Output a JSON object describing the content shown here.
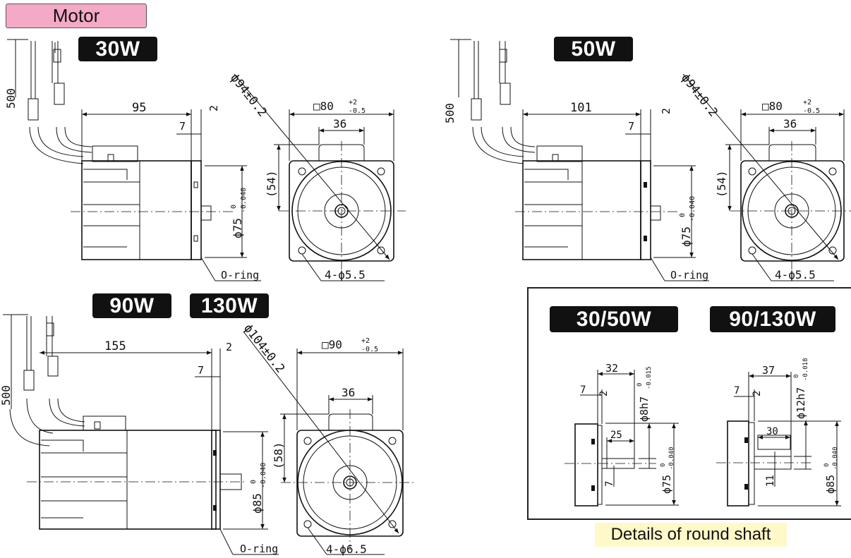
{
  "header": {
    "motor_label": "Motor"
  },
  "tags": {
    "w30": "30W",
    "w50": "50W",
    "w90": "90W",
    "w130": "130W",
    "w30_50": "30/50W",
    "w90_130": "90/130W"
  },
  "caption": {
    "round_shaft": "Details of round shaft"
  },
  "colors": {
    "motor_tag_bg": "#f4a9c6",
    "caption_bg": "#fff8c8",
    "tag_bg": "#111111"
  },
  "dims_30w": {
    "lead": "500",
    "length": "95",
    "flange": "2",
    "pilot": "7",
    "diag": "ϕ94±0.2",
    "square": "□80",
    "square_tol_top": "+2",
    "square_tol_bot": "-0.5",
    "key": "36",
    "height": "(54)",
    "spigot": "ϕ75",
    "spigot_tol_top": "0",
    "spigot_tol_bot": "-0.040",
    "oring": "O-ring",
    "holes": "4-ϕ5.5"
  },
  "dims_50w": {
    "lead": "500",
    "length": "101",
    "flange": "2",
    "pilot": "7",
    "diag": "ϕ94±0.2",
    "square": "□80",
    "square_tol_top": "+2",
    "square_tol_bot": "-0.5",
    "key": "36",
    "height": "(54)",
    "spigot": "ϕ75",
    "spigot_tol_top": "0",
    "spigot_tol_bot": "-0.040",
    "oring": "O-ring",
    "holes": "4-ϕ5.5"
  },
  "dims_90w": {
    "lead": "500",
    "length": "155",
    "flange": "2",
    "pilot": "7",
    "diag": "ϕ104±0.2",
    "square": "□90",
    "square_tol_top": "+2",
    "square_tol_bot": "-0.5",
    "key": "36",
    "height": "(58)",
    "spigot": "ϕ85",
    "spigot_tol_top": "0",
    "spigot_tol_bot": "-0.040",
    "oring": "O-ring",
    "holes": "4-ϕ6.5"
  },
  "shaft_30_50": {
    "len": "32",
    "flange": "2",
    "pilot": "7",
    "shaft": "ϕ8h7",
    "shaft_tol_top": "0",
    "shaft_tol_bot": "-0.015",
    "flat": "25",
    "flat_h": "7",
    "spigot": "ϕ75",
    "spigot_tol_top": "0",
    "spigot_tol_bot": "-0.040"
  },
  "shaft_90_130": {
    "len": "37",
    "flange": "2",
    "pilot": "7",
    "shaft": "ϕ12h7",
    "shaft_tol_top": "0",
    "shaft_tol_bot": "-0.018",
    "flat": "30",
    "flat_h": "11",
    "spigot": "ϕ85",
    "spigot_tol_top": "0",
    "spigot_tol_bot": "-0.040"
  }
}
